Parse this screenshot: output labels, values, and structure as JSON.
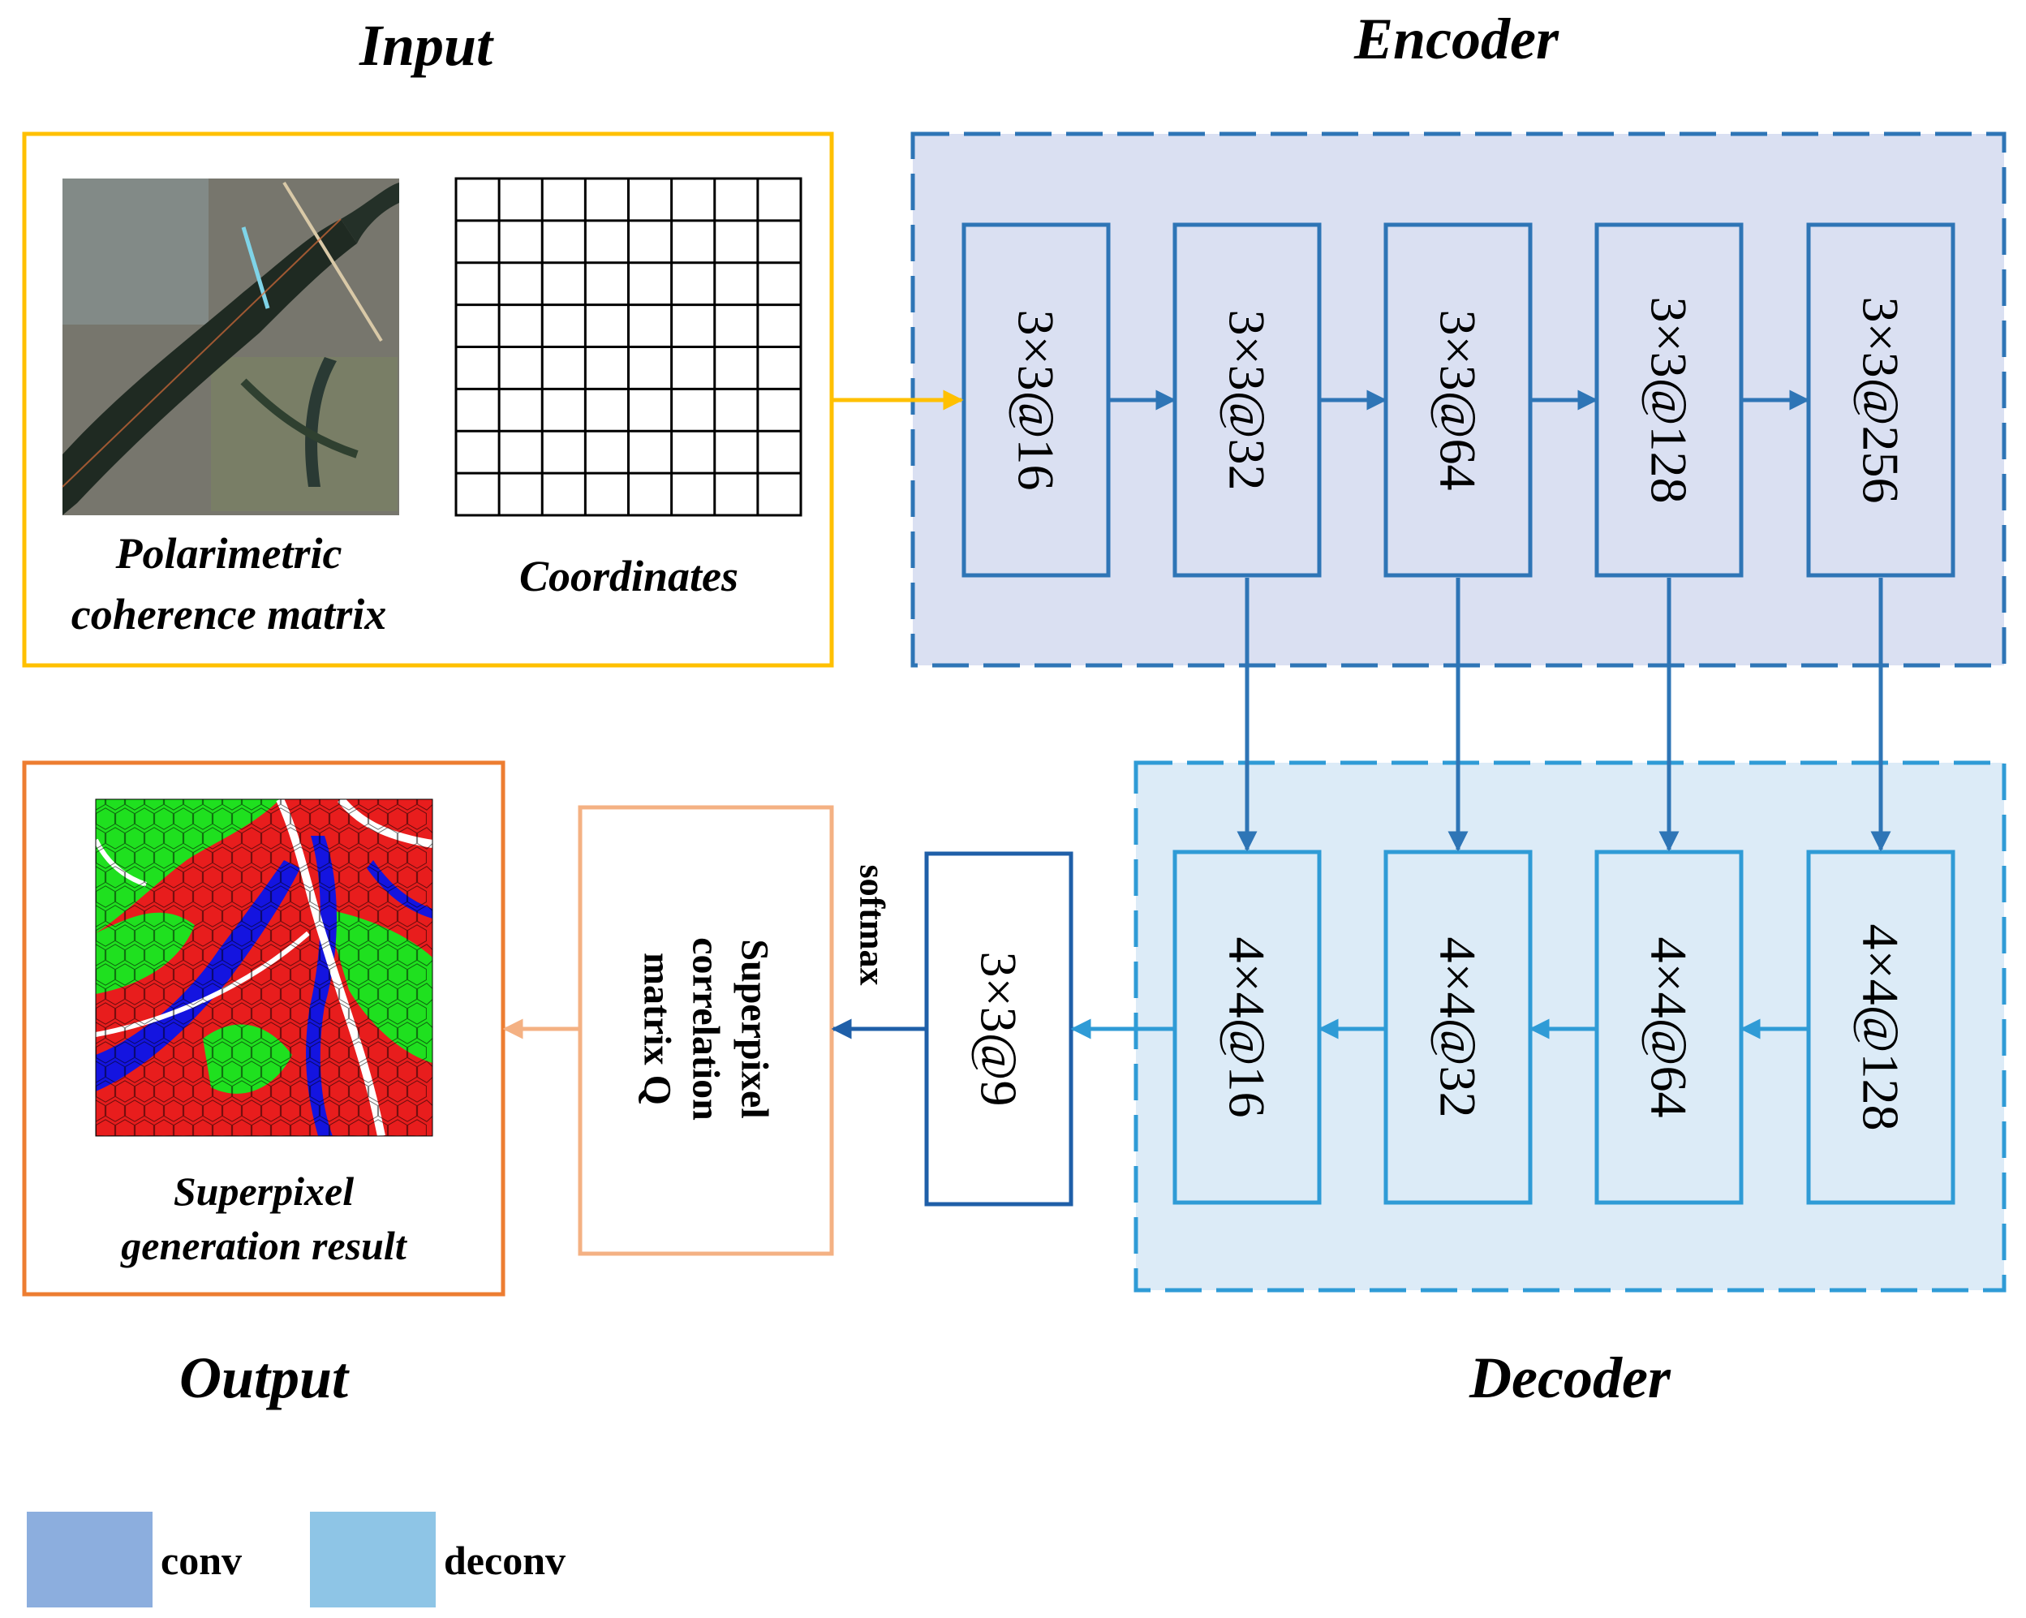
{
  "titles": {
    "input": "Input",
    "encoder": "Encoder",
    "output": "Output",
    "decoder": "Decoder"
  },
  "input_panel": {
    "image_label_line1": "Polarimetric",
    "image_label_line2": "coherence matrix",
    "grid_label": "Coordinates"
  },
  "encoder_layers": [
    "3×3@16",
    "3×3@32",
    "3×3@64",
    "3×3@128",
    "3×3@256"
  ],
  "decoder_layers": [
    "4×4@16",
    "4×4@32",
    "4×4@64",
    "4×4@128"
  ],
  "final_conv": "3×3@9",
  "softmax_label": "softmax",
  "correlation_box": {
    "line1": "Superpixel",
    "line2": "correlation",
    "line3": "matrix Q"
  },
  "output_panel": {
    "label_line1": "Superpixel",
    "label_line2": "generation result"
  },
  "legend": [
    {
      "label": "conv",
      "color": "#8caede"
    },
    {
      "label": "deconv",
      "color": "#8ec5e6"
    }
  ],
  "colors": {
    "input_border": "#ffc000",
    "output_border": "#ed7d31",
    "corr_border": "#f4b183",
    "encoder_fill": "#dae0f2",
    "encoder_border": "#2e75b6",
    "decoder_fill": "#dcebf7",
    "decoder_border": "#2f9bd6"
  }
}
